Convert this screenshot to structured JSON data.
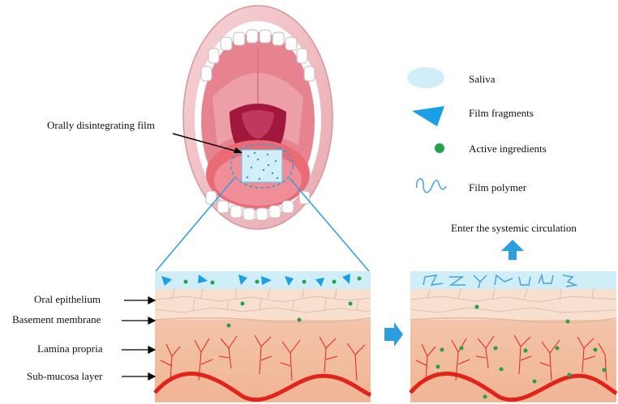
{
  "labels": {
    "film_label": "Orally disintegrating film",
    "enter_circulation": "Enter the systemic circulation"
  },
  "legend": [
    {
      "label": "Saliva",
      "icon": "saliva-ellipse-icon"
    },
    {
      "label": "Film fragments",
      "icon": "film-fragment-icon"
    },
    {
      "label": "Active ingredients",
      "icon": "active-ingredient-dot-icon"
    },
    {
      "label": "Film polymer",
      "icon": "film-polymer-squiggle-icon"
    }
  ],
  "layers": [
    {
      "label": "Oral epithelium"
    },
    {
      "label": "Basement membrane"
    },
    {
      "label": "Lamina propria"
    },
    {
      "label": "Sub-mucosa layer"
    }
  ],
  "colors": {
    "saliva": "#cfeef7",
    "fragment": "#1a9ee6",
    "ingredient": "#22a349",
    "polymer": "#4aa3d8",
    "arrow": "#2b9ee0",
    "vessel": "#e32219",
    "epithelium": "#f7e0cf",
    "lamina": "#f3c1a6"
  }
}
